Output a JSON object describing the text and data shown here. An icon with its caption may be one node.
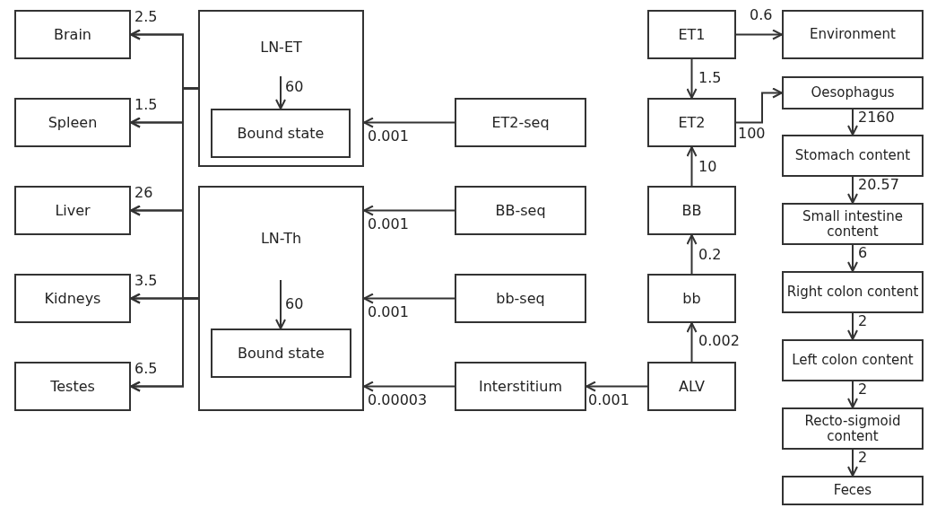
{
  "diagram": {
    "nodes": [
      {
        "text": [
          "Brain"
        ]
      },
      {
        "text": [
          "Spleen"
        ]
      },
      {
        "text": [
          "Liver"
        ]
      },
      {
        "text": [
          "Kidneys"
        ]
      },
      {
        "text": [
          "Testes"
        ]
      },
      {
        "text": [
          "LN-ET"
        ]
      },
      {
        "text": [
          "Bound state"
        ],
        "in": 5
      },
      {
        "text": [
          "LN-Th"
        ]
      },
      {
        "text": [
          "Bound state"
        ],
        "in": 7
      },
      {
        "text": [
          "ET2-seq"
        ]
      },
      {
        "text": [
          "BB-seq"
        ]
      },
      {
        "text": [
          "bb-seq"
        ]
      },
      {
        "text": [
          "Interstitium"
        ]
      },
      {
        "text": [
          "ET1"
        ]
      },
      {
        "text": [
          "ET2"
        ]
      },
      {
        "text": [
          "BB"
        ]
      },
      {
        "text": [
          "bb"
        ]
      },
      {
        "text": [
          "ALV"
        ]
      },
      {
        "text": [
          "Environment"
        ]
      },
      {
        "text": [
          "Oesophagus"
        ]
      },
      {
        "text": [
          "Stomach content"
        ]
      },
      {
        "text": [
          "Small intestine content"
        ]
      },
      {
        "text": [
          "Right colon content"
        ]
      },
      {
        "text": [
          "Left colon content"
        ]
      },
      {
        "text": [
          "Recto-sigmoid content"
        ]
      },
      {
        "text": [
          "Feces"
        ]
      }
    ],
    "edges": [
      {
        "from": 5,
        "to": 0,
        "arrow": "to",
        "label": "2.5"
      },
      {
        "from": 5,
        "to": 1,
        "arrow": "to",
        "label": "1.5"
      },
      {
        "from": 5,
        "to": 2,
        "arrow": "to",
        "label": "26"
      },
      {
        "from": 5,
        "to": 3,
        "arrow": "to",
        "label": "3.5"
      },
      {
        "from": 5,
        "to": 4,
        "arrow": "to",
        "label": "6.5"
      },
      {
        "from": 7,
        "to": 0,
        "arrow": "to"
      },
      {
        "from": 7,
        "to": 1,
        "arrow": "to"
      },
      {
        "from": 7,
        "to": 2,
        "arrow": "to"
      },
      {
        "from": 7,
        "to": 3,
        "arrow": "to"
      },
      {
        "from": 7,
        "to": 4,
        "arrow": "to"
      },
      {
        "from": null,
        "to": 6,
        "arrow": "to",
        "label": "60"
      },
      {
        "from": null,
        "to": 8,
        "arrow": "to",
        "label": "60"
      },
      {
        "from": 9,
        "to": 5,
        "arrow": "to",
        "label": "0.001"
      },
      {
        "from": 10,
        "to": 7,
        "arrow": "to",
        "label": "0.001"
      },
      {
        "from": 11,
        "to": 7,
        "arrow": "to",
        "label": "0.001"
      },
      {
        "from": 12,
        "to": 7,
        "arrow": "to",
        "label": "0.00003"
      },
      {
        "from": 17,
        "to": 12,
        "arrow": "to",
        "label": "0.001"
      },
      {
        "from": 17,
        "to": 16,
        "arrow": "to",
        "label": "0.002"
      },
      {
        "from": 16,
        "to": 15,
        "arrow": "to",
        "label": "0.2"
      },
      {
        "from": 15,
        "to": 14,
        "arrow": "to",
        "label": "10"
      },
      {
        "from": 13,
        "to": 14,
        "arrow": "to",
        "label": "1.5"
      },
      {
        "from": 13,
        "to": 18,
        "arrow": "to",
        "label": "0.6"
      },
      {
        "from": 14,
        "to": 19,
        "arrow": "to",
        "label": "100"
      },
      {
        "from": 19,
        "to": 20,
        "arrow": "to",
        "label": "2160"
      },
      {
        "from": 20,
        "to": 21,
        "arrow": "to",
        "label": "20.57"
      },
      {
        "from": 21,
        "to": 22,
        "arrow": "to",
        "label": "6"
      },
      {
        "from": 22,
        "to": 23,
        "arrow": "to",
        "label": "2"
      },
      {
        "from": 23,
        "to": 24,
        "arrow": "to",
        "label": "2"
      },
      {
        "from": 24,
        "to": 25,
        "arrow": "to",
        "label": "2"
      }
    ]
  }
}
